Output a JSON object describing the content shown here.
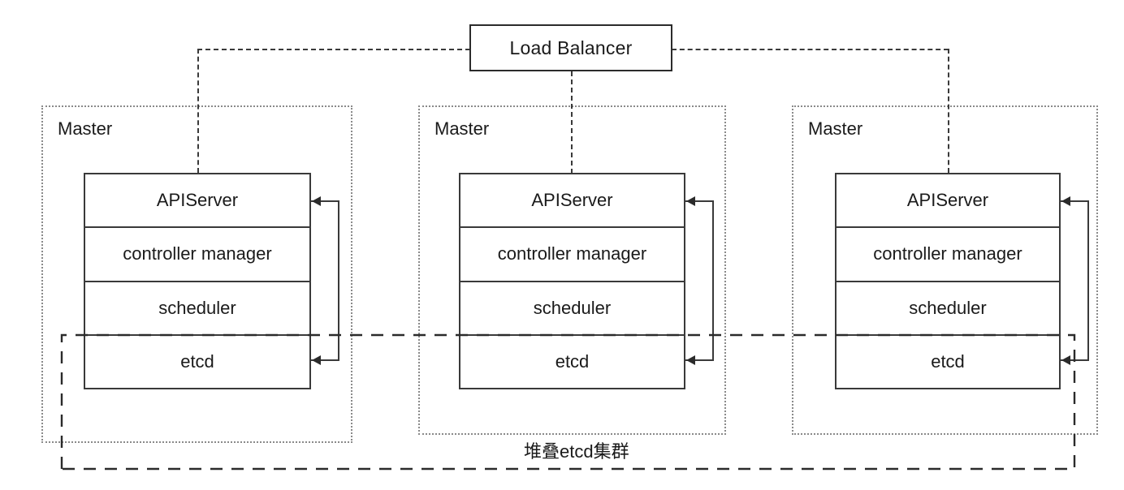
{
  "diagram": {
    "title_text": "Load Balancer",
    "cluster_caption": "堆叠etcd集群",
    "master_label": "Master",
    "components": [
      "APIServer",
      "controller manager",
      "scheduler",
      "etcd"
    ],
    "colors": {
      "stroke": "#3a3a3a",
      "dotted_stroke": "#8a8a8a",
      "text": "#1a1a1a",
      "background": "#ffffff"
    },
    "masters": [
      {
        "label": "Master",
        "rows": [
          "APIServer",
          "controller manager",
          "scheduler",
          "etcd"
        ]
      },
      {
        "label": "Master",
        "rows": [
          "APIServer",
          "controller manager",
          "scheduler",
          "etcd"
        ]
      },
      {
        "label": "Master",
        "rows": [
          "APIServer",
          "controller manager",
          "scheduler",
          "etcd"
        ]
      }
    ]
  }
}
